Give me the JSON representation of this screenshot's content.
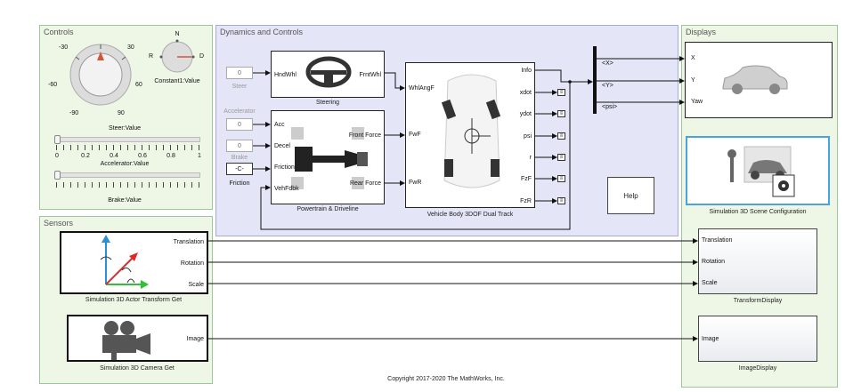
{
  "areas": {
    "controls": "Controls",
    "dynamics": "Dynamics and Controls",
    "displays": "Displays",
    "sensors": "Sensors"
  },
  "knob": {
    "labels": [
      "-30",
      "30",
      "-60",
      "60",
      "-90",
      "90"
    ]
  },
  "selector": {
    "n": "N",
    "r": "R",
    "d": "D",
    "caption": "Constant1:Value"
  },
  "steer_caption": "Steer:Value",
  "accel": {
    "ticks": [
      "0",
      "0.2",
      "0.4",
      "0.6",
      "0.8",
      "1"
    ],
    "caption": "Accelerator:Value"
  },
  "brake_caption": "Brake:Value",
  "inputs": {
    "steer_value": "0",
    "steer_label": "Steer",
    "accel_label": "Accelerator",
    "accel_value": "0",
    "brake_value": "0",
    "brake_label": "Brake",
    "friction_value": "-C-",
    "friction_label": "Friction"
  },
  "steering": {
    "in": "HndWhl",
    "out": "FrntWhl",
    "caption": "Steering"
  },
  "powertrain": {
    "in_acc": "Acc",
    "in_decel": "Decel",
    "in_friction": "Friction",
    "in_vehfdbk": "VehFdbk",
    "out_front": "Front Force",
    "out_rear": "Rear Force",
    "caption": "Powertrain & Driveline"
  },
  "vehicle": {
    "in_whl": "WhlAngF",
    "in_fwf": "FwF",
    "in_fwr": "FwR",
    "outs": [
      "Info",
      "xdot",
      "ydot",
      "psi",
      "r",
      "FzF",
      "FzR"
    ],
    "caption": "Vehicle Body 3DOF Dual Track"
  },
  "bus": {
    "x": "<X>",
    "y": "<Y>",
    "psi": "<psi>"
  },
  "help": "Help",
  "display_car": {
    "x": "X",
    "y": "Y",
    "yaw": "Yaw"
  },
  "scene_caption": "Simulation 3D Scene Configuration",
  "actor": {
    "translation": "Translation",
    "rotation": "Rotation",
    "scale": "Scale",
    "caption": "Simulation 3D Actor Transform Get"
  },
  "transform_display": {
    "translation": "Translation",
    "rotation": "Rotation",
    "scale": "Scale",
    "caption": "TransformDisplay"
  },
  "camera": {
    "image": "Image",
    "caption": "Simulation 3D Camera Get"
  },
  "image_display": {
    "image": "Image",
    "caption": "ImageDisplay"
  },
  "copyright": "Copyright 2017-2020 The MathWorks, Inc.",
  "colors": {
    "blue_area": "#e4e6f7",
    "green_area": "#eef6e6",
    "highlight": "#4aa3df"
  },
  "icons": [
    "steering-wheel-icon",
    "drivetrain-icon",
    "vehicle-top-icon",
    "car-side-icon",
    "scene-gear-icon",
    "axes-icon",
    "camera-icon"
  ]
}
